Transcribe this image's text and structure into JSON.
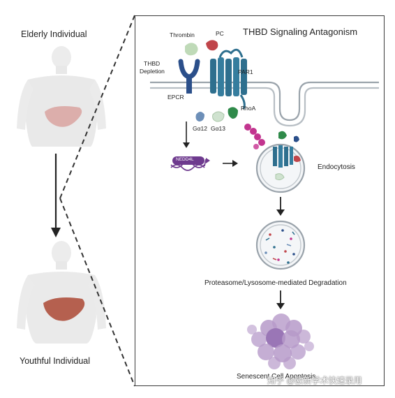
{
  "left": {
    "top_label": "Elderly Individual",
    "bottom_label": "Youthful Individual"
  },
  "panel": {
    "title": "THBD Signaling Antagonism",
    "labels": {
      "thrombin": "Thrombin",
      "pc": "PC",
      "thbd_depletion_line1": "THBD",
      "thbd_depletion_line2": "Depletion",
      "epcr": "EPCR",
      "par1": "PAR1",
      "rhoa": "RhoA",
      "ga12": "Gα12",
      "ga13": "Gα13",
      "nedd4l": "NEDD4L",
      "endocytosis": "Endocytosis",
      "degradation": "Proteasome/Lysosome-mediated Degradation",
      "senescent": "Senescent Cell Apoptosis"
    }
  },
  "watermark": "知乎 @欧新学术快速录用",
  "colors": {
    "border": "#3a3a3a",
    "receptor_blue": "#2e6f8e",
    "epcr_blue": "#2b4f8a",
    "liver_old": "#d9a3a0",
    "liver_young": "#b5604f",
    "membrane": "#9aa3ab",
    "ub_pink": "#c2358f",
    "nedd4l_purple": "#6e3a8e",
    "rhoa_green": "#2f8a4a",
    "pc_red": "#c0454a",
    "thrombin_green": "#b8d6b0",
    "cloud_purple": "#b69ac9"
  }
}
